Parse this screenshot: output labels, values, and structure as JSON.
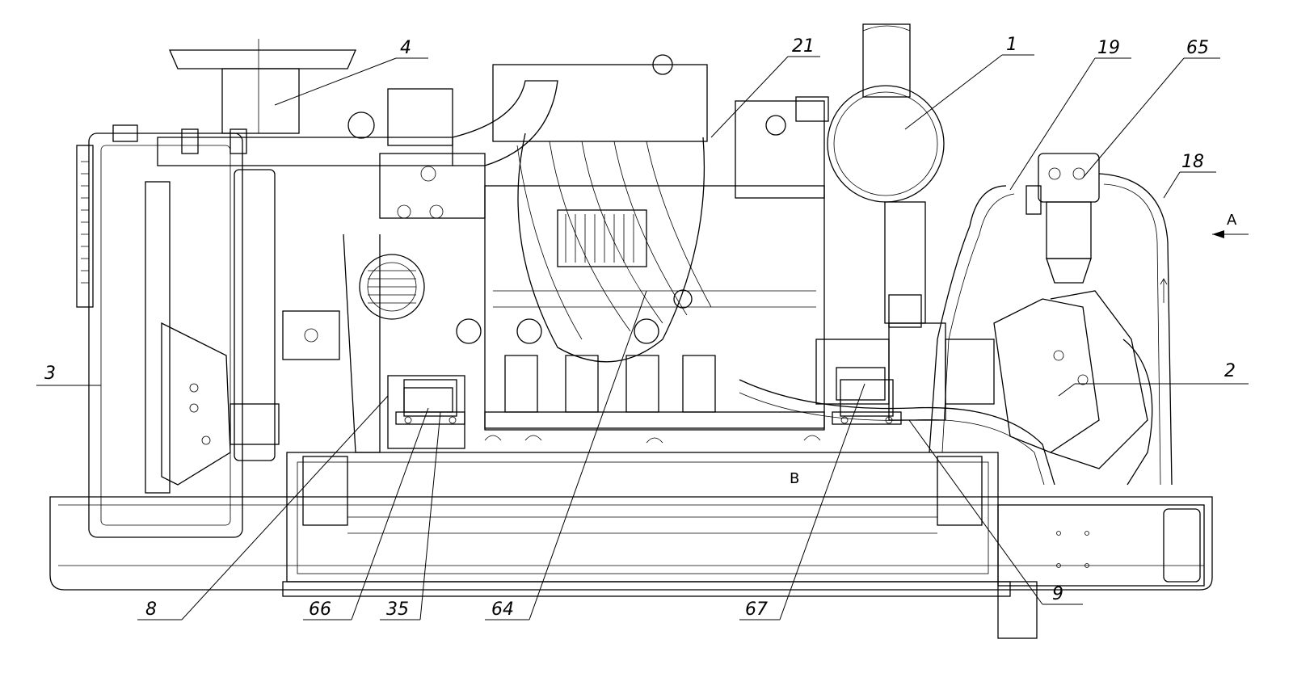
{
  "drawing": {
    "callouts": [
      "1",
      "2",
      "3",
      "4",
      "8",
      "9",
      "18",
      "19",
      "21",
      "35",
      "64",
      "65",
      "66",
      "67"
    ],
    "view_labels": {
      "view_a": "A",
      "section_b": "B"
    }
  }
}
